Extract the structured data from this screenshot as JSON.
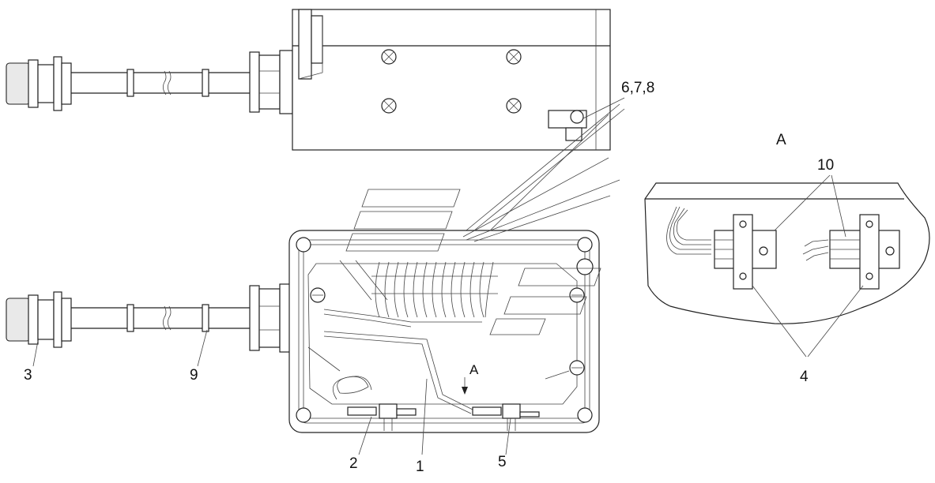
{
  "labels": {
    "part_1": "1",
    "part_2": "2",
    "part_3": "3",
    "part_4": "4",
    "part_5": "5",
    "part_9": "9",
    "part_10": "10",
    "parts_6_7_8": "6,7,8",
    "view_a_arrow": "A",
    "view_a_title": "A"
  }
}
